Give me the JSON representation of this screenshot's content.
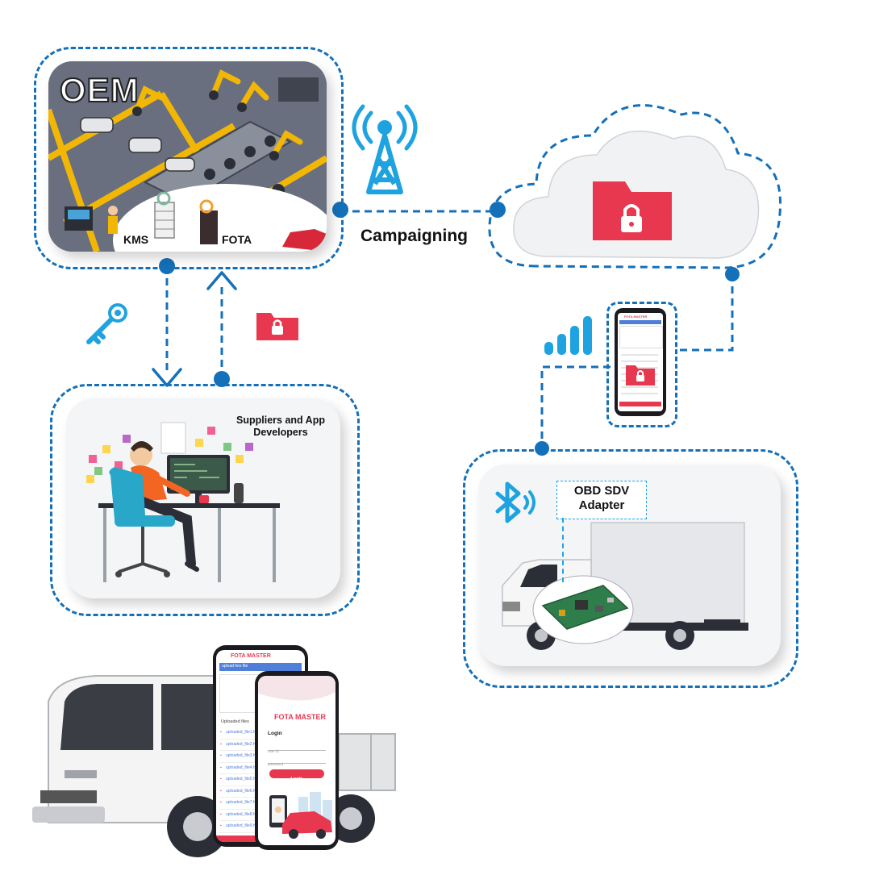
{
  "oem": {
    "title": "OEM",
    "kms_label": "KMS",
    "fota_label": "FOTA"
  },
  "link": {
    "campaigning_label": "Campaigning"
  },
  "suppliers": {
    "label": "Suppliers and App Developers"
  },
  "adapter": {
    "label": "OBD SDV Adapter"
  },
  "phone_app": {
    "app_name": "FOTA MASTER",
    "upload_label": "upload hex file",
    "uploaded_files_label": "Uploaded files",
    "files": [
      "uploaded_file1.hex",
      "uploaded_file2.hex",
      "uploaded_file3.hex",
      "uploaded_file4.hex",
      "uploaded_file5.hex",
      "uploaded_file6.hex",
      "uploaded_file7.hex",
      "uploaded_file8.hex",
      "uploaded_file9.hex"
    ],
    "login_title": "Login",
    "user_placeholder": "user id",
    "password_placeholder": "password",
    "login_button": "Login"
  },
  "colors": {
    "connector_blue": "#1470b8",
    "icon_blue": "#1fa3e0",
    "folder_red": "#e8384f",
    "accent_yellow": "#f2b705"
  },
  "icons": [
    "radio-tower-icon",
    "cloud-icon",
    "lock-folder-icon",
    "key-icon",
    "signal-bars-icon",
    "bluetooth-icon",
    "server-icon",
    "smartphone-icon",
    "truck-icon",
    "circuit-board-icon"
  ]
}
